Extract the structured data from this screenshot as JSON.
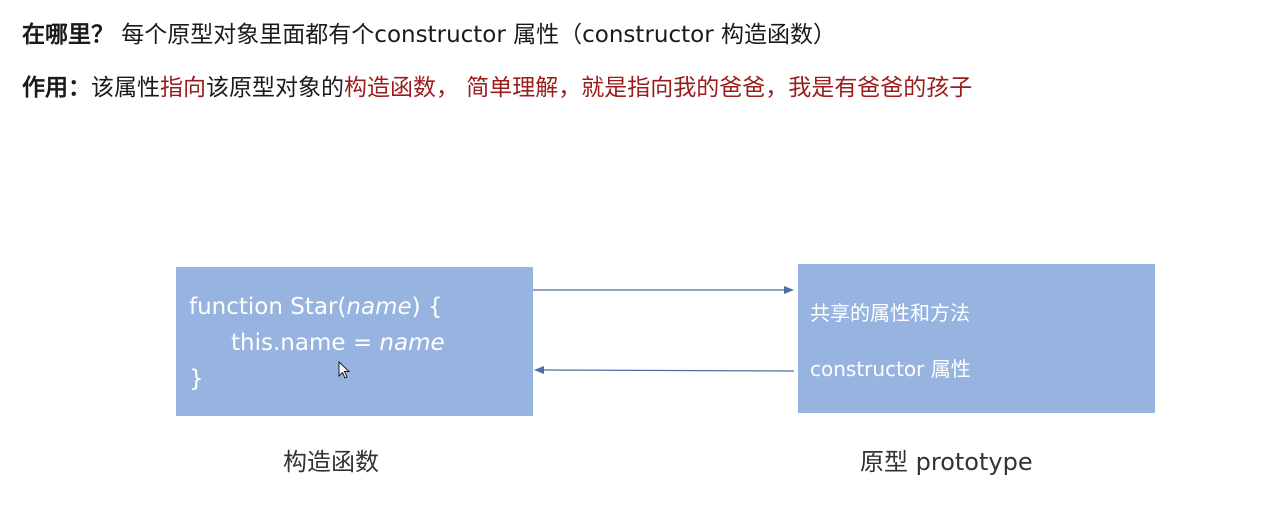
{
  "header": {
    "where_label": "在哪里？",
    "where_text": " 每个原型对象里面都有个constructor 属性（constructor 构造函数）",
    "use_label": "作用：",
    "use_text_1": "该属性",
    "use_text_red_1": "指向",
    "use_text_2": "该原型对象的",
    "use_text_red_2": "构造函数， 简单理解，就是指向我的爸爸，我是有爸爸的孩子"
  },
  "constructor_box": {
    "code_line1_a": "function Star(",
    "code_line1_param": "name",
    "code_line1_b": ") {",
    "code_line2_a": "this.name = ",
    "code_line2_param": "name",
    "code_line3": "}"
  },
  "prototype_box": {
    "line1": "共享的属性和方法",
    "line2": "constructor 属性"
  },
  "captions": {
    "constructor": "构造函数",
    "prototype": "原型 prototype"
  },
  "colors": {
    "box_fill": "#97b3df",
    "arrow": "#4a6fa5",
    "highlight_red": "#9b1c1c"
  }
}
